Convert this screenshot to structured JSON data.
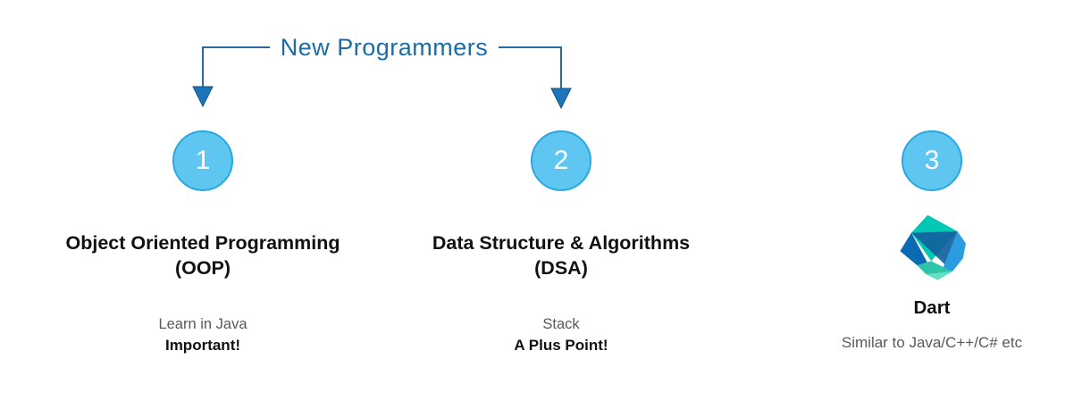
{
  "title": {
    "text": "New Programmers",
    "color": "#1b6ca8"
  },
  "colors": {
    "background": "#ffffff",
    "circle_fill": "#5fc5f1",
    "circle_border": "#29a8e1",
    "connector_line": "#2b6a9f",
    "arrowhead": "#1b75bb",
    "heading_text": "#111111",
    "sub_text": "#58595b",
    "dart_teal": "#00c9b3",
    "dart_navy": "#11629e",
    "dart_blue_right": "#2b9ce0",
    "dart_blue_left": "#0b6ab1",
    "dart_mint": "#5ddcc0"
  },
  "icons": {
    "left_arrow": "down-arrow-icon",
    "right_arrow": "down-arrow-icon",
    "dart_logo": "dart-logo-icon"
  },
  "steps": [
    {
      "number": "1",
      "heading_line1": "Object Oriented Programming",
      "heading_line2": "(OOP)",
      "sub_line1": "Learn in Java",
      "sub_line2": "Important!"
    },
    {
      "number": "2",
      "heading_line1": "Data Structure & Algorithms",
      "heading_line2": "(DSA)",
      "sub_line1": "Stack",
      "sub_line2": "A Plus Point!"
    },
    {
      "number": "3",
      "heading": "Dart",
      "sub_line1": "Similar to Java/C++/C# etc"
    }
  ]
}
